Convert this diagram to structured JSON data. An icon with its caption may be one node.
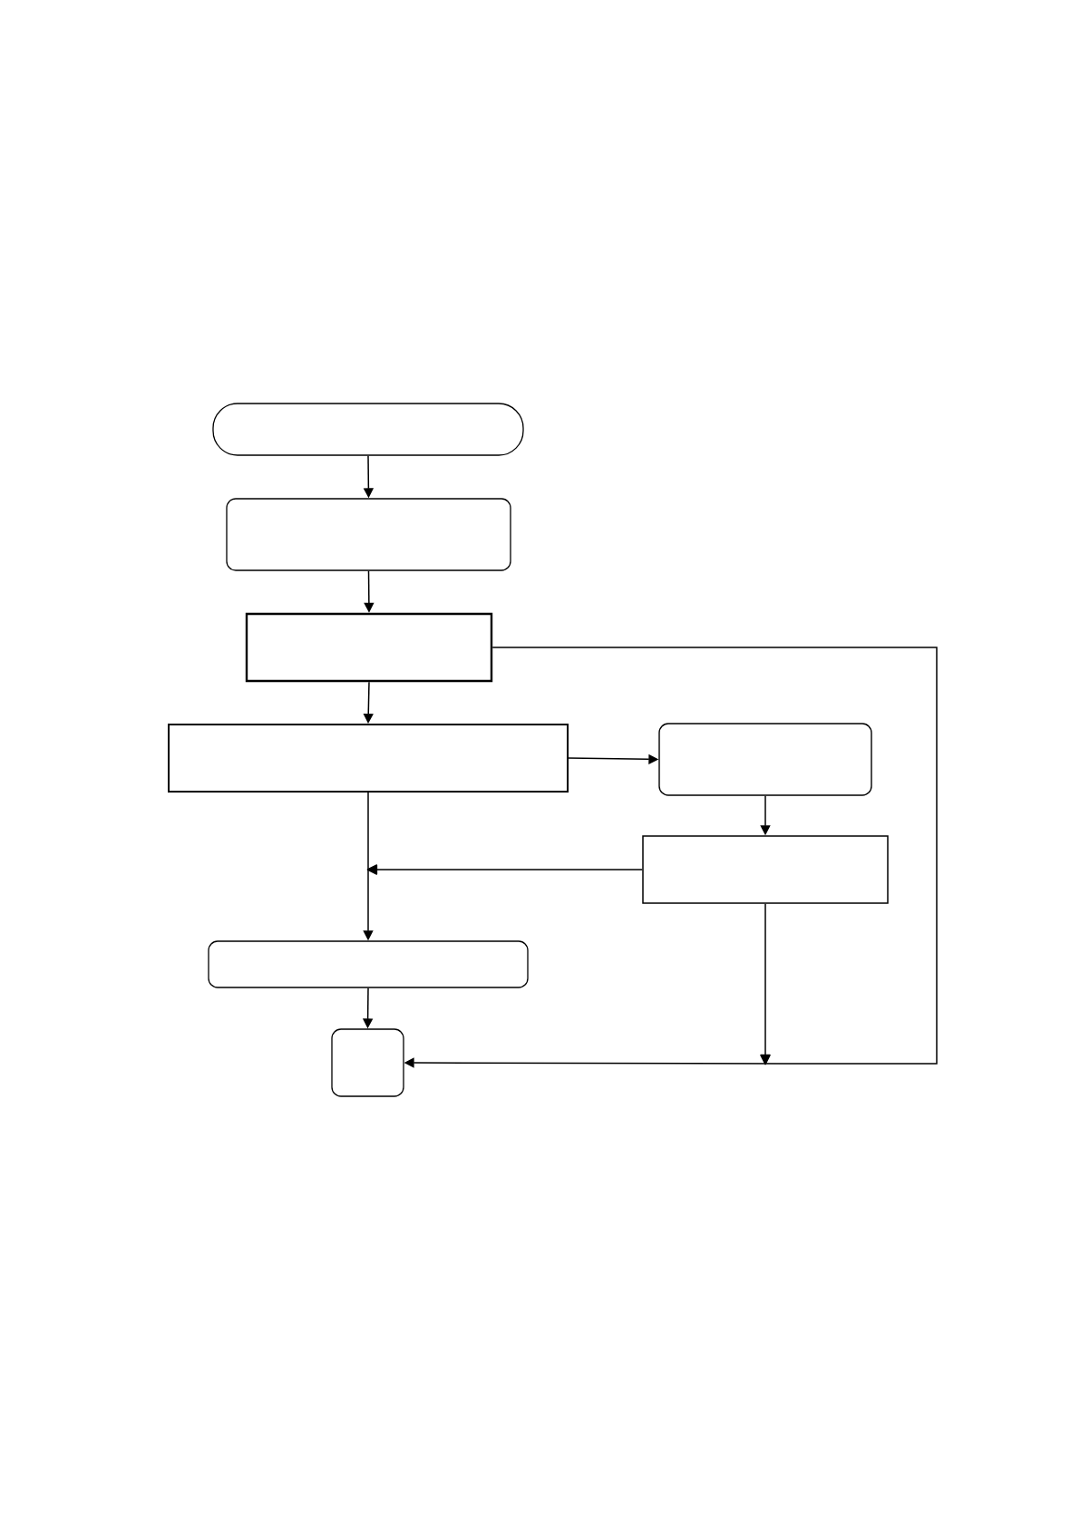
{
  "diagram": {
    "nodes": [
      {
        "text": [],
        "shape": "stadium"
      },
      {
        "text": [],
        "shape": "rounded"
      },
      {
        "text": [],
        "shape": "box"
      },
      {
        "text": [],
        "shape": "box"
      },
      {
        "text": [],
        "shape": "rounded"
      },
      {
        "text": [],
        "shape": "box"
      },
      {
        "text": [],
        "shape": "rounded"
      },
      {
        "text": [],
        "shape": "rounded"
      }
    ],
    "edges": [
      {
        "from": 0,
        "to": 1,
        "arrow": "to"
      },
      {
        "from": 1,
        "to": 2,
        "arrow": "to"
      },
      {
        "from": 2,
        "to": 3,
        "arrow": "to"
      },
      {
        "from": 3,
        "to": 4,
        "arrow": "to"
      },
      {
        "from": 3,
        "to": 6,
        "arrow": "to"
      },
      {
        "from": 4,
        "to": 5,
        "arrow": "to"
      },
      {
        "from": 5,
        "to": 6,
        "arrow": "to"
      },
      {
        "from": 6,
        "to": 7,
        "arrow": "to"
      },
      {
        "from": 2,
        "to": 7,
        "arrow": "to"
      },
      {
        "from": 5,
        "to": 7,
        "arrow": "to"
      }
    ]
  }
}
